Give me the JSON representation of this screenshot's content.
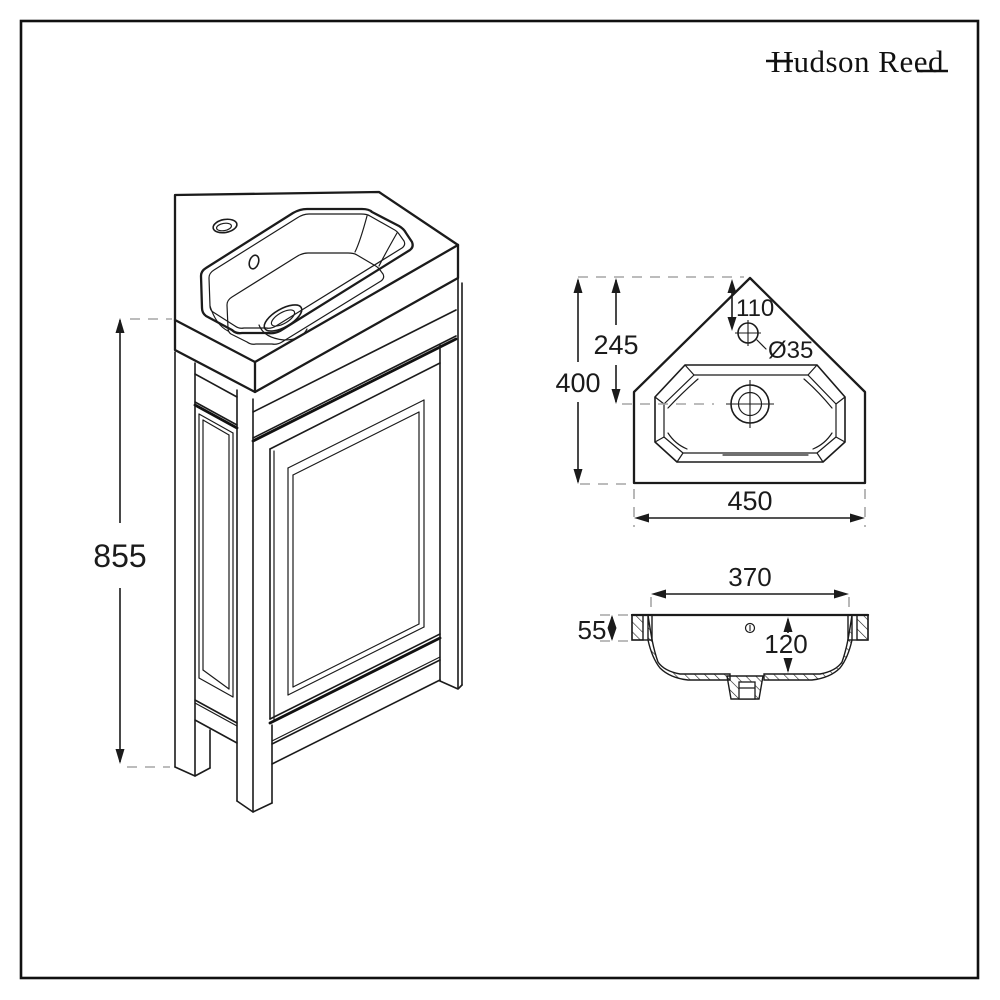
{
  "logo": {
    "text": "Hudson Reed"
  },
  "views": {
    "isometric": {
      "description": "corner vanity unit with basin, isometric line drawing",
      "dimensions": {
        "overall_height": "855"
      }
    },
    "plan": {
      "description": "basin plan view, corner pentagon shape",
      "dimensions": {
        "overall_depth": "400",
        "bowl_center_from_corner": "245",
        "tap_hole_from_corner": "110",
        "tap_hole_diameter": "Ø35",
        "overall_width": "450"
      }
    },
    "section": {
      "description": "basin cross-section view",
      "dimensions": {
        "bowl_opening_width": "370",
        "rim_height": "55",
        "bowl_depth": "120"
      }
    }
  },
  "colors": {
    "line": "#1b1b1b",
    "dashed_line": "#a6a6a6",
    "background": "#ffffff"
  }
}
